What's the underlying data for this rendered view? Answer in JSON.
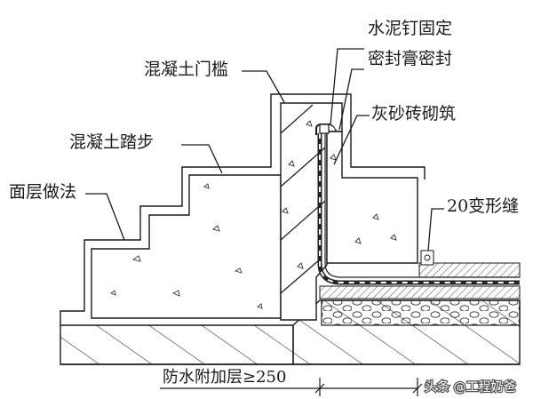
{
  "labels": {
    "concrete_threshold": "混凝土门槛",
    "concrete_step": "混凝土踏步",
    "finish_layer": "面层做法",
    "nail_fix": "水泥钉固定",
    "sealant": "密封膏密封",
    "brick_wall": "灰砂砖砌筑",
    "expansion_joint": "20变形缝",
    "waterproof_extra": "防水附加层≥250"
  },
  "watermark": "头条 @工程奶爸",
  "colors": {
    "line": "#1a1a1a",
    "fill": "#ffffff",
    "membrane": "#222222"
  }
}
